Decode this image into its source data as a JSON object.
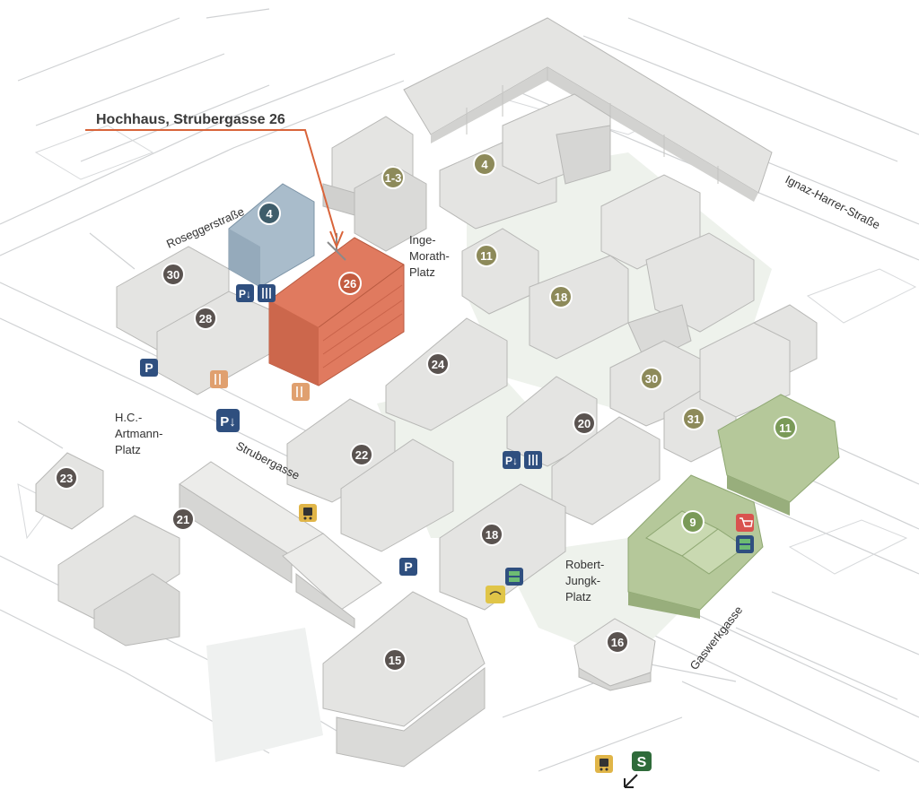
{
  "callout": {
    "title": "Hochhaus, Strubergasse 26"
  },
  "streets": {
    "rosegger": "Roseggerstraße",
    "struber": "Strubergasse",
    "ignaz": "Ignaz-Harrer-Straße",
    "gaswerk": "Gaswerkgasse"
  },
  "places": {
    "inge": [
      "Inge-",
      "Morath-",
      "Platz"
    ],
    "hc": [
      "H.C.-",
      "Artmann-",
      "Platz"
    ],
    "robert": [
      "Robert-",
      "Jungk-",
      "Platz"
    ]
  },
  "numbers": {
    "n4a": "4",
    "n13": "1-3",
    "n4b": "4",
    "n30a": "30",
    "n26": "26",
    "n11a": "11",
    "n28": "28",
    "n18a": "18",
    "n24": "24",
    "n30b": "30",
    "n20": "20",
    "n31": "31",
    "n11b": "11",
    "n22": "22",
    "n23": "23",
    "n21": "21",
    "n9": "9",
    "n18b": "18",
    "n15": "15",
    "n16": "16"
  },
  "icons": {
    "parking_letter": "P",
    "s_bahn_letter": "S"
  },
  "colors": {
    "highlight": "#e07a5f",
    "callout_line": "#d9643a",
    "blue_building": "#a9bccb",
    "green_building": "#b5c89a",
    "grey_building": "#e4e4e2",
    "marker_dark": "#5a5350",
    "marker_olive": "#8d8a5a",
    "marker_green": "#7a9a58",
    "service_blue": "#2f4f7f"
  }
}
